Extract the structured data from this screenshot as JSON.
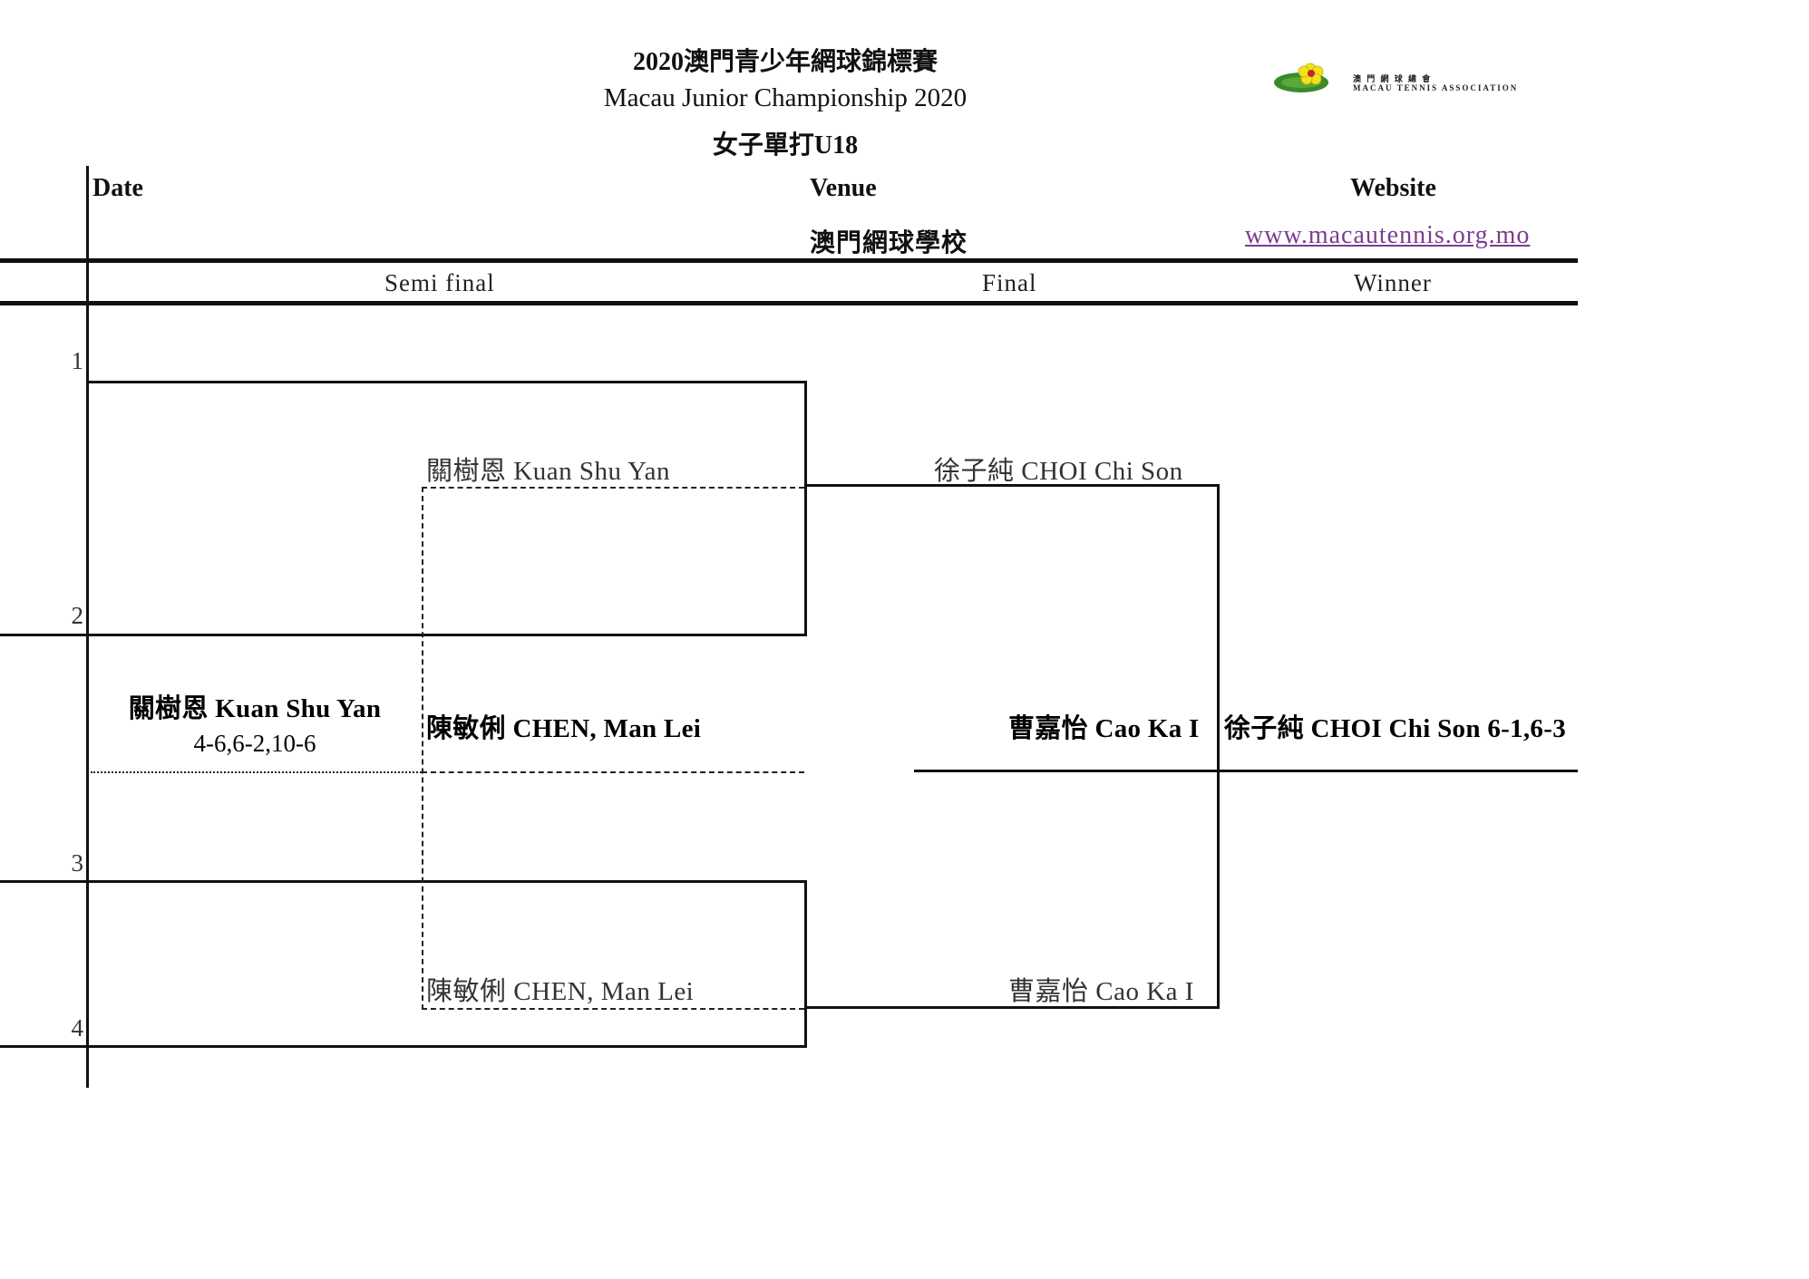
{
  "header": {
    "title_zh": "2020澳門青少年網球錦標賽",
    "title_en": "Macau Junior Championship 2020",
    "event": "女子單打U18"
  },
  "logo": {
    "zh": "澳 門 網 球 總 會",
    "en": "MACAU TENNIS ASSOCIATION",
    "colors": {
      "leaf": "#3a8a2a",
      "flower": "#f2e21b",
      "center": "#c0282d"
    }
  },
  "info": {
    "date_label": "Date",
    "venue_label": "Venue",
    "venue_value": "澳門網球學校",
    "website_label": "Website",
    "website_value": "www.macautennis.org.mo"
  },
  "columns": {
    "semi": "Semi final",
    "final": "Final",
    "winner": "Winner"
  },
  "draw": {
    "seeds": [
      "1",
      "2",
      "3",
      "4"
    ],
    "sf1_winner": "關樹恩 Kuan Shu Yan",
    "sf2_winner": "陳敏俐 CHEN, Man Lei",
    "final_top": "徐子純 CHOI Chi Son",
    "final_bottom": "曹嘉怡 Cao Ka I",
    "sf_match_winner": "關樹恩 Kuan Shu Yan",
    "sf_match_score": "4-6,6-2,10-6",
    "sf_match_loser": "陳敏俐 CHEN, Man Lei",
    "final_result_loser": "曹嘉怡 Cao Ka I",
    "champion": "徐子純 CHOI Chi Son  6-1,6-3"
  }
}
